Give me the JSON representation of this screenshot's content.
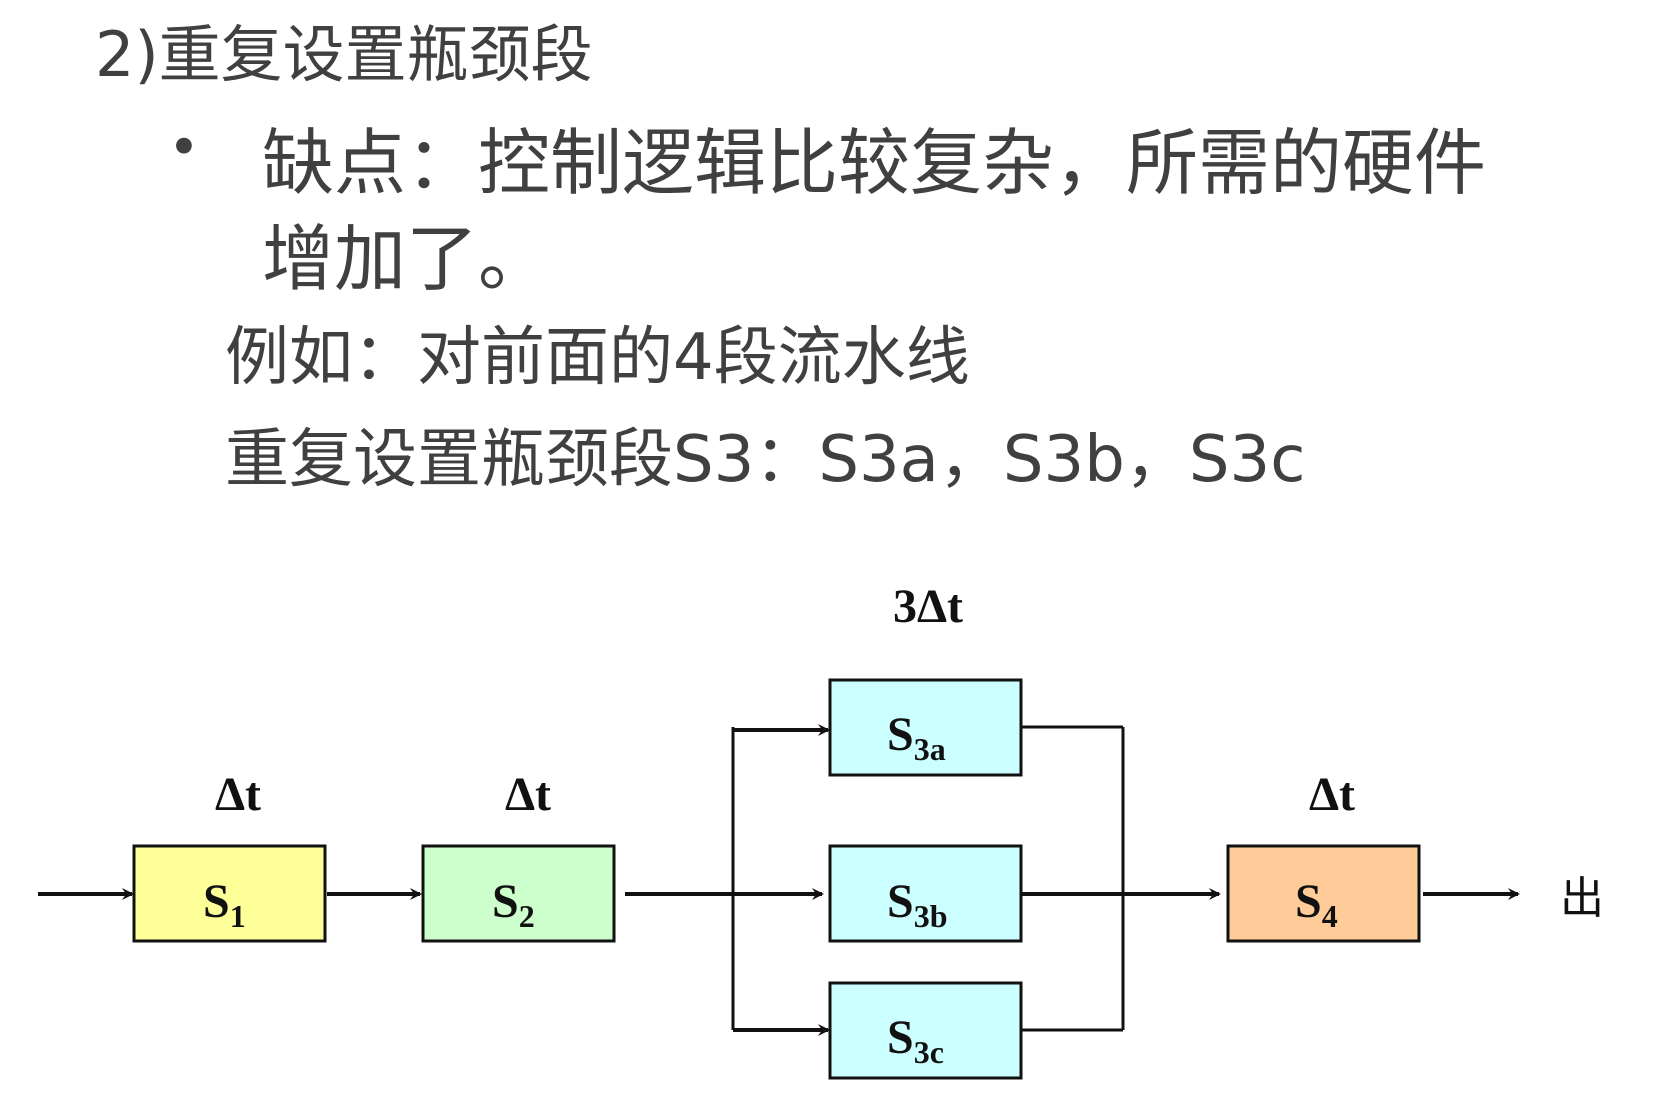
{
  "text": {
    "heading": "2)重复设置瓶颈段",
    "bullet_char": "•",
    "line1": "缺点：控制逻辑比较复杂，所需的硬件",
    "line2": "增加了。",
    "line3": "例如：对前面的4段流水线",
    "line4": "重复设置瓶颈段S3：S3a，S3b，S3c"
  },
  "diagram": {
    "stages": [
      {
        "id": "s1",
        "main": "S",
        "sub": "1",
        "time": "Δt",
        "color": "#ffff99"
      },
      {
        "id": "s2",
        "main": "S",
        "sub": "2",
        "time": "Δt",
        "color": "#ccffcc"
      },
      {
        "id": "s3a",
        "main": "S",
        "sub": "3a",
        "color": "#ccffff"
      },
      {
        "id": "s3b",
        "main": "S",
        "sub": "3b",
        "color": "#ccffff"
      },
      {
        "id": "s3c",
        "main": "S",
        "sub": "3c",
        "color": "#ccffff"
      },
      {
        "id": "s4",
        "main": "S",
        "sub": "4",
        "time": "Δt",
        "color": "#ffcc99"
      }
    ],
    "parallel_time": "3Δt",
    "output_label": "出"
  }
}
